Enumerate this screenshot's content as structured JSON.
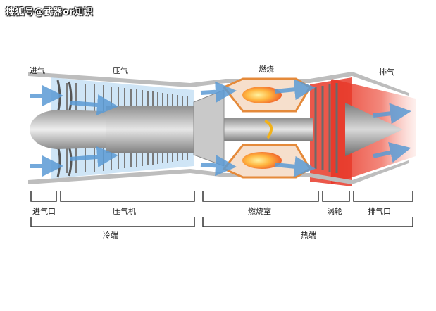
{
  "watermark": "搜狐号@武器or知识",
  "labels": {
    "top": {
      "intake": "进气",
      "compress": "压气",
      "combust": "燃烧",
      "exhaust": "排气"
    },
    "components": {
      "inlet": "进气口",
      "compressor": "压气机",
      "combustor": "燃烧室",
      "turbine": "涡轮",
      "nozzle": "排气口"
    },
    "sections": {
      "cold": "冷端",
      "hot": "热端"
    }
  },
  "colors": {
    "cold_flow": "#5b9bd5",
    "hot_flow": "#e8392a",
    "casing": "#d9d9d9",
    "combustor_frame": "#e58a3a"
  }
}
